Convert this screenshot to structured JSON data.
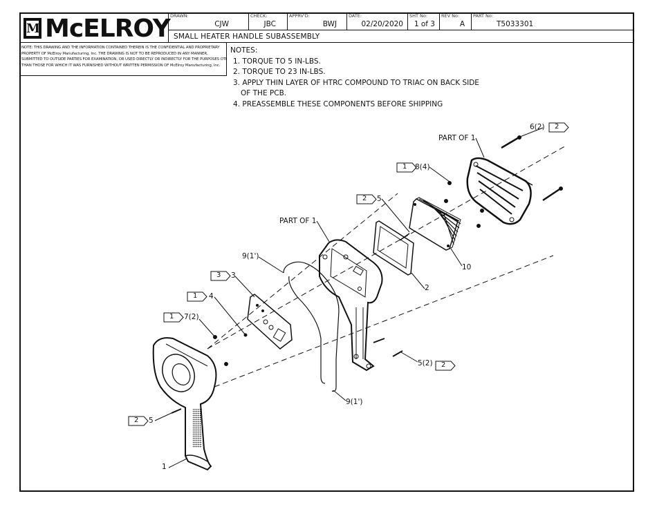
{
  "title_block": {
    "company": "McELROY",
    "logo_mark": "M",
    "drawn_label": "DRAWN:",
    "drawn": "CJW",
    "check_label": "CHECK:",
    "check": "JBC",
    "approved_label": "APPRV'D:",
    "approved": "BWJ",
    "date_label": "DATE:",
    "date": "02/20/2020",
    "sheet_label": "SHT No:",
    "sheet": "1 of 3",
    "rev_label": "REV No:",
    "rev": "A",
    "part_label": "PART No:",
    "part": "T5033301",
    "title": "SMALL HEATER HANDLE SUBASSEMBLY"
  },
  "confidential": {
    "lines": [
      "NOTE: THIS DRAWING AND THE INFORMATION CONTAINED THEREIN IS THE CONFIDENTIAL AND PROPRIETARY",
      "PROPERTY OF McElroy Manufacturing, Inc. THE DRAWING IS NOT TO BE REPRODUCED IN ANY MANNER,",
      "SUBMITTED TO OUTSIDE PARTIES FOR EXAMINATION, OR USED DIRECTLY OR INDIRECTLY FOR THE PURPOSES OTHER",
      "THAN THOSE FOR WHICH IT WAS FURNISHED WITHOUT WRITTEN PERMISSION OF McElroy Manufacturing, Inc."
    ]
  },
  "notes": {
    "heading": "NOTES:",
    "items": [
      "1. TORQUE TO 5 IN-LBS.",
      "2. TORQUE TO 23 IN-LBS.",
      "3. APPLY THIN LAYER OF HTRC COMPOUND TO TRIAC ON BACK SIDE",
      "OF THE PCB.",
      "4. PREASSEMBLE THESE COMPONENTS BEFORE SHIPPING"
    ]
  },
  "callouts": {
    "c6": "6(2)",
    "part_of_1_top": "PART OF 1",
    "c8": "8(4)",
    "c5_top": "5",
    "part_of_1_mid": "PART OF 1",
    "c10": "10",
    "c2": "2",
    "c9_top": "9(1')",
    "c3": "3",
    "c4": "4",
    "c7": "7(2)",
    "c5_right": "5(2)",
    "c9_bottom": "9(1')",
    "c5_left": "5",
    "c1": "1"
  },
  "flags": {
    "f6": "2",
    "f8": "1",
    "f5_top": "2",
    "f3": "3",
    "f4": "1",
    "f7": "1",
    "f5_right": "2",
    "f5_left": "2"
  }
}
